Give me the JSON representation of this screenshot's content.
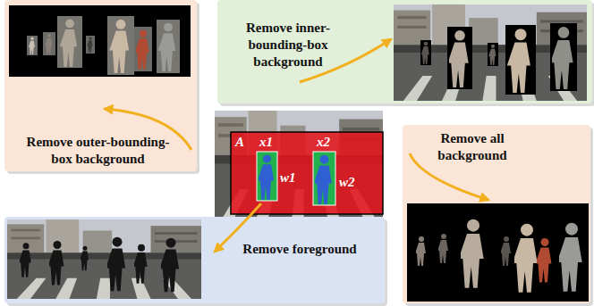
{
  "diagram": {
    "nodes": [
      {
        "text": [
          "Remove outer-bounding-box background"
        ]
      },
      {
        "text": [
          "Remove inner-bounding-box background"
        ]
      },
      {
        "text": [
          "Remove foreground"
        ]
      },
      {
        "text": [
          "Remove all background"
        ]
      }
    ],
    "labels": [
      "A",
      "x1",
      "x2",
      "w1",
      "w2"
    ]
  }
}
